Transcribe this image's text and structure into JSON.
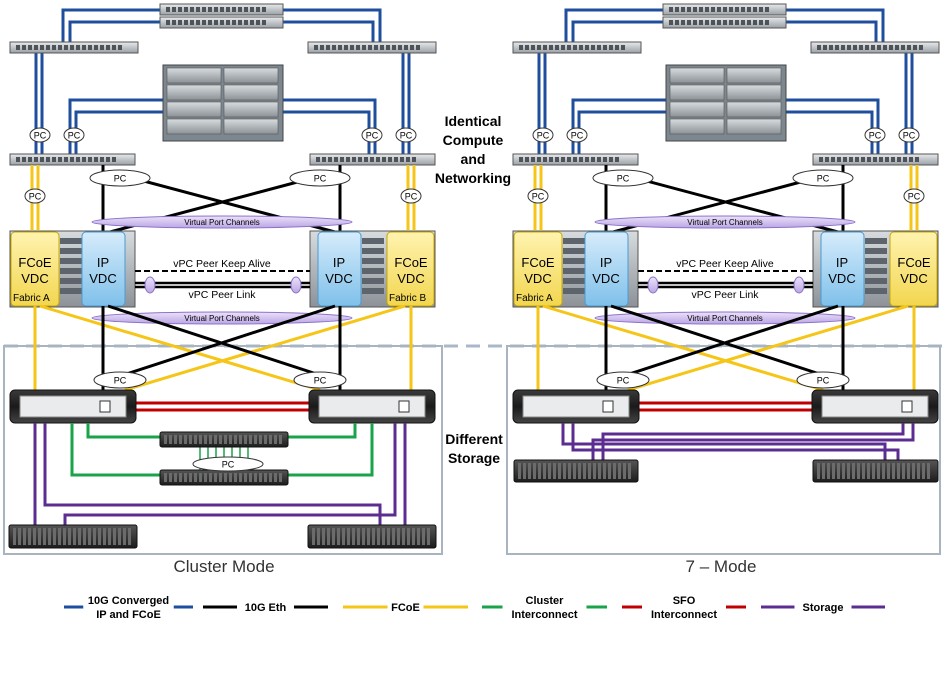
{
  "center_labels": {
    "compute_line1": "Identical",
    "compute_line2": "Compute",
    "compute_line3": "and",
    "compute_line4": "Networking",
    "storage_line1": "Different",
    "storage_line2": "Storage"
  },
  "panels": [
    {
      "title": "Cluster Mode",
      "fcoe_left": [
        "FCoE",
        "VDC"
      ],
      "fabric_left": "Fabric A",
      "ip_left": [
        "IP",
        "VDC"
      ],
      "ip_right": [
        "IP",
        "VDC"
      ],
      "fcoe_right": [
        "FCoE",
        "VDC"
      ],
      "fabric_right": "Fabric B",
      "keepalive": "vPC Peer Keep Alive",
      "peer_link": "vPC Peer Link",
      "vpc_upper": "Virtual Port Channels",
      "vpc_lower": "Virtual Port Channels",
      "pc": "PC"
    },
    {
      "title": "7 – Mode",
      "fcoe_left": [
        "FCoE",
        "VDC"
      ],
      "fabric_left": "Fabric A",
      "ip_left": [
        "IP",
        "VDC"
      ],
      "ip_right": [
        "IP",
        "VDC"
      ],
      "fcoe_right": [
        "FCoE",
        "VDC"
      ],
      "fabric_right": "",
      "keepalive": "vPC Peer Keep Alive",
      "peer_link": "vPC Peer Link",
      "vpc_upper": "Virtual Port Channels",
      "vpc_lower": "Virtual Port Channels",
      "pc": "PC"
    }
  ],
  "cluster_pc": "PC",
  "legend": [
    {
      "line1": "10G Converged",
      "line2": "IP and FCoE",
      "color": "#1f4e9c"
    },
    {
      "line1": "10G Eth",
      "line2": "",
      "color": "#000000"
    },
    {
      "line1": "FCoE",
      "line2": "",
      "color": "#f5c518"
    },
    {
      "line1": "Cluster",
      "line2": "Interconnect",
      "color": "#1aa34a"
    },
    {
      "line1": "SFO",
      "line2": "Interconnect",
      "color": "#c00000"
    },
    {
      "line1": "Storage",
      "line2": "",
      "color": "#5c2d91"
    }
  ]
}
